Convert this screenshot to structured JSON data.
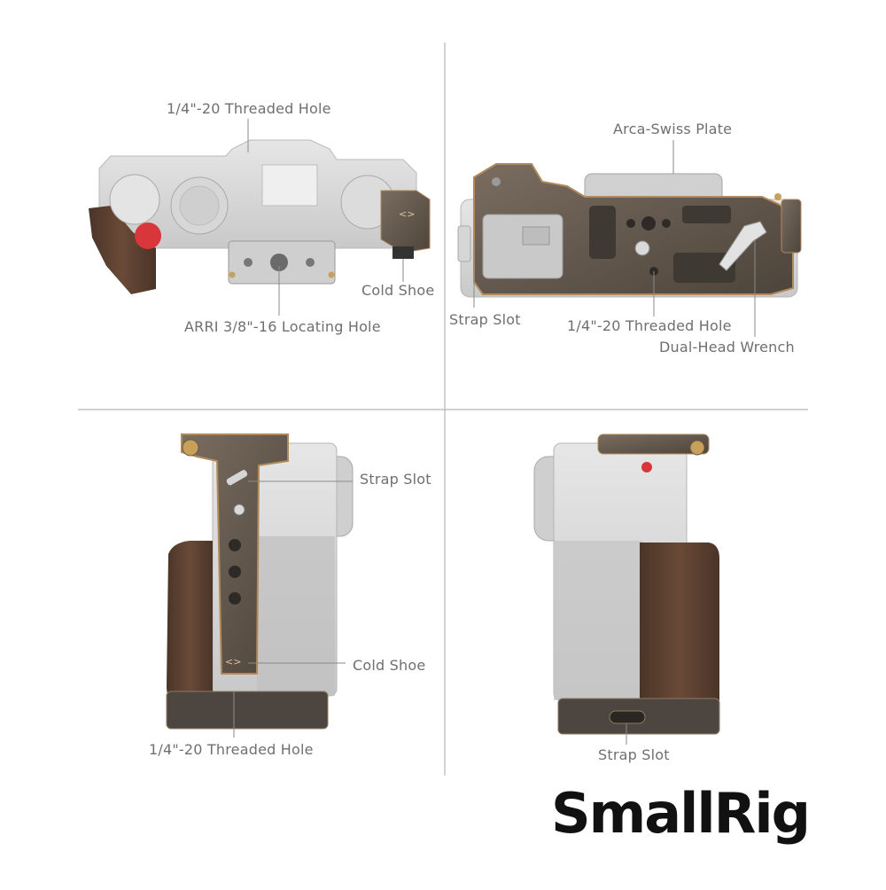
{
  "brand": {
    "name": "SmallRig"
  },
  "panels": {
    "top_view": {
      "labels": [
        "1/4\"-20 Threaded Hole",
        "Cold Shoe",
        "ARRI 3/8\"-16 Locating Hole"
      ]
    },
    "bottom_view": {
      "labels": [
        "Arca-Swiss Plate",
        "Strap Slot",
        "1/4\"-20 Threaded Hole",
        "Dual-Head Wrench"
      ]
    },
    "left_view": {
      "labels": [
        "Strap Slot",
        "Cold Shoe",
        "1/4\"-20 Threaded Hole"
      ]
    },
    "right_view": {
      "labels": [
        "Strap Slot"
      ]
    }
  },
  "colors": {
    "label_text": "#6f6f6f",
    "leader_line": "#8a8a8a",
    "divider": "#b5b5b5",
    "cage_metal": "#6b5f52",
    "cage_edge": "#b08a5c",
    "camera_silver": "#d9d9d9",
    "camera_dark": "#8c8c8c",
    "wood": "#5a3f2f",
    "shutter_red": "#d9363b",
    "brand_text": "#111111"
  }
}
